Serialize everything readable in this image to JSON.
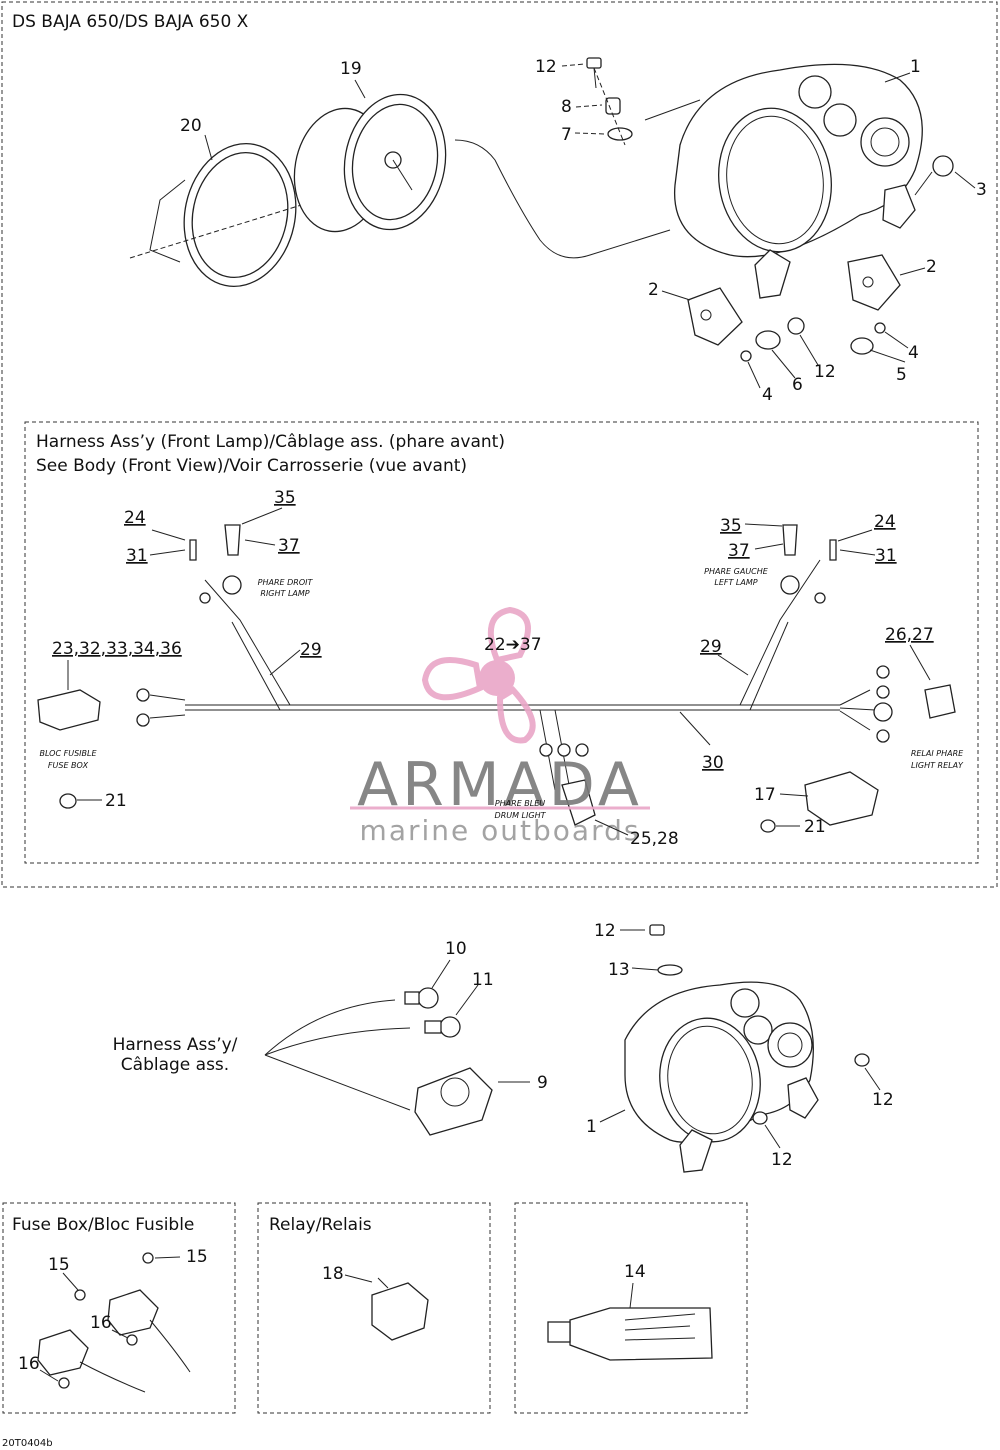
{
  "sections": {
    "main_title": "DS BAJA 650/DS BAJA 650 X",
    "harness_title_1": "Harness Ass’y (Front Lamp)/Câblage ass. (phare avant)",
    "harness_title_2": "See Body (Front View)/Voir Carrosserie (vue avant)",
    "harness_assy_1": "Harness Ass’y/",
    "harness_assy_2": "Câblage ass.",
    "fuse_box": "Fuse Box/Bloc Fusible",
    "relay": "Relay/Relais"
  },
  "callouts": {
    "c1a": "1",
    "c1b": "1",
    "c2a": "2",
    "c2b": "2",
    "c3": "3",
    "c4a": "4",
    "c4b": "4",
    "c5": "5",
    "c6": "6",
    "c7": "7",
    "c8": "8",
    "c9": "9",
    "c10": "10",
    "c11": "11",
    "c12a": "12",
    "c12b": "12",
    "c12c": "12",
    "c12d": "12",
    "c12e": "12",
    "c13": "13",
    "c14": "14",
    "c15a": "15",
    "c15b": "15",
    "c16a": "16",
    "c16b": "16",
    "c17": "17",
    "c18": "18",
    "c19": "19",
    "c20": "20",
    "c21a": "21",
    "c21b": "21",
    "c22": "22➔37",
    "c23": "23,32,33,34,36",
    "c24a": "24",
    "c24b": "24",
    "c25": "25,28",
    "c26": "26,27",
    "c29a": "29",
    "c29b": "29",
    "c30": "30",
    "c31a": "31",
    "c31b": "31",
    "c35a": "35",
    "c35b": "35",
    "c37a": "37",
    "c37b": "37"
  },
  "tiny_labels": {
    "phare_droit": "PHARE DROIT",
    "right_lamp": "RIGHT LAMP",
    "phare_gauche": "PHARE GAUCHE",
    "left_lamp": "LEFT LAMP",
    "bloc_fusible": "BLOC FUSIBLE",
    "fuse_box": "FUSE BOX",
    "relai_phare": "RELAI PHARE",
    "light_relay": "LIGHT RELAY",
    "phare_bleu": "PHARE BLEU",
    "drum_light": "DRUM LIGHT"
  },
  "watermark": {
    "brand": "ARMADA",
    "tagline": "marine outboards",
    "propeller_color": "#e9a6c7"
  },
  "figure_code": "20T0404b"
}
